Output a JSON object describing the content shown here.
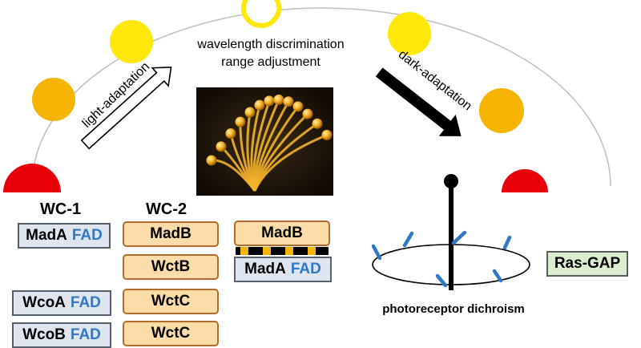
{
  "top_label": {
    "line1": "wavelength discrimination",
    "line2": "range adjustment"
  },
  "arrows": {
    "left": "light-adaptation",
    "right": "dark-adaptation"
  },
  "photoreceptor_label": "photoreceptor dichroism",
  "columns": {
    "wc1": "WC-1",
    "wc2": "WC-2"
  },
  "wc1_boxes": [
    {
      "name": "MadA",
      "cofactor": "FAD"
    },
    {
      "name": "WcoA",
      "cofactor": "FAD"
    },
    {
      "name": "WcoB",
      "cofactor": "FAD"
    }
  ],
  "wc2_boxes": [
    "MadB",
    "WctB",
    "WctC",
    "WctC"
  ],
  "complex": {
    "top": "MadB",
    "bottom": {
      "name": "MadA",
      "cofactor": "FAD"
    }
  },
  "ras_gap": "Ras-GAP",
  "colors": {
    "sun_yellow": "#ffe70a",
    "sun_orange": "#f6b400",
    "sun_red": "#e8000b",
    "fad_blue": "#2e78c8",
    "dipole_blue": "#2e78c8",
    "box_tan": "#fcdca8",
    "box_gray": "#dfe5ef",
    "box_green": "#dbedcf"
  }
}
